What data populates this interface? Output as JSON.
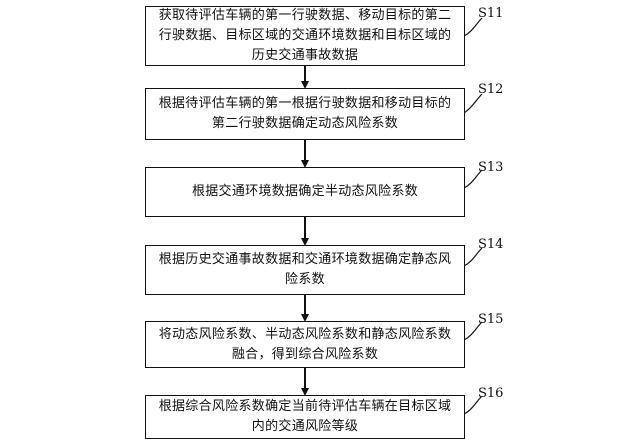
{
  "steps": [
    {
      "label": "S11",
      "text": "获取待评估车辆的第一行驶数据、移动目标的第二行驶数据、目标区域的交通环境数据和目标区域的历史交通事故数据"
    },
    {
      "label": "S12",
      "text": "根据待评估车辆的第一根据行驶数据和移动目标的第二行驶数据确定动态风险系数"
    },
    {
      "label": "S13",
      "text": "根据交通环境数据确定半动态风险系数"
    },
    {
      "label": "S14",
      "text": "根据历史交通事故数据和交通环境数据确定静态风险系数"
    },
    {
      "label": "S15",
      "text": "将动态风险系数、半动态风险系数和静态风险系数融合，得到综合风险系数"
    },
    {
      "label": "S16",
      "text": "根据综合风险系数确定当前待评估车辆在目标区域内的交通风险等级"
    }
  ]
}
